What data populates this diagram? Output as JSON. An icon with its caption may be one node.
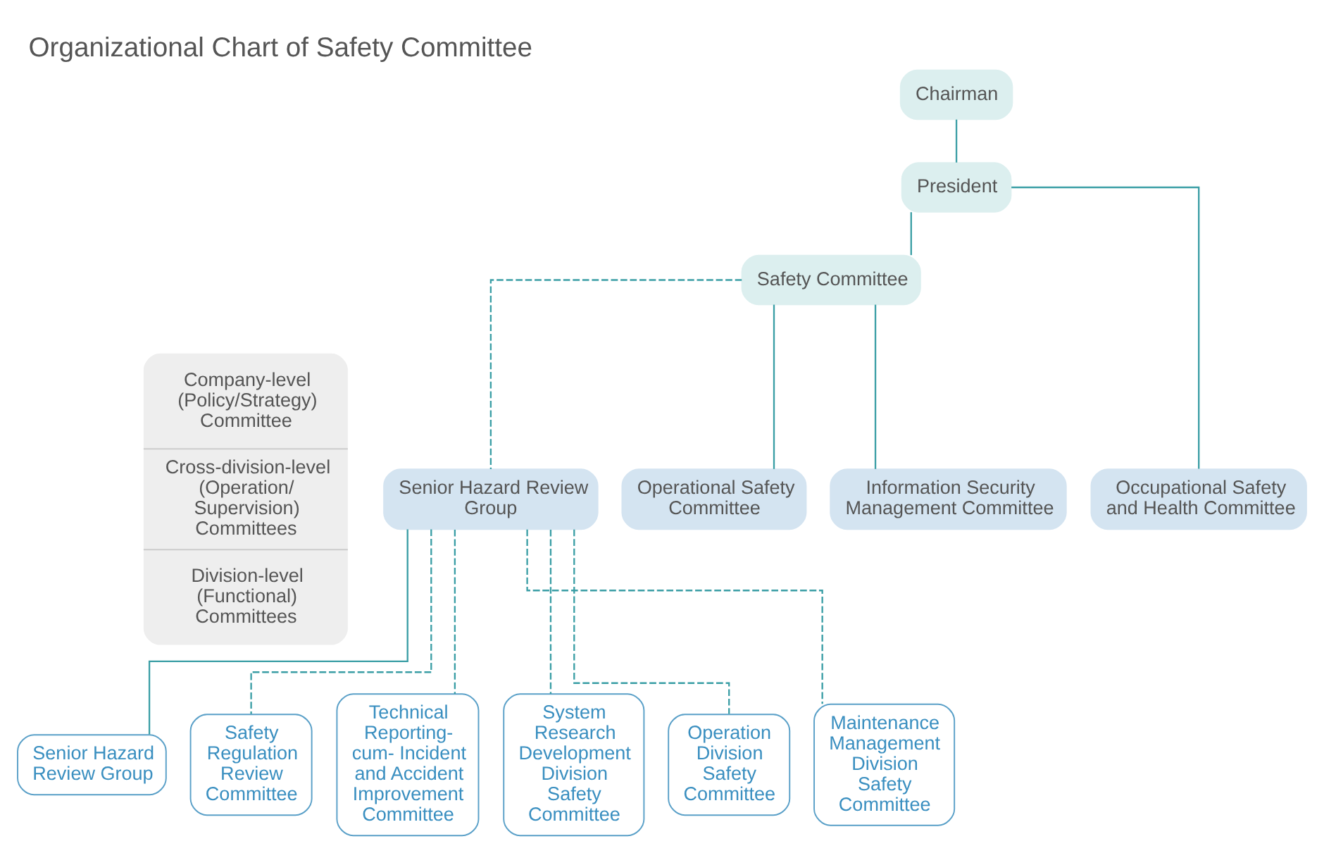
{
  "diagram": {
    "title": "Organizational Chart of Safety Committee",
    "nodes": [
      {
        "text": [
          "Company-level (Policy/Strategy) Committee",
          "Cross-division-level (Operation/ Supervision) Committees",
          "Division-level (Functional) Committees"
        ]
      },
      {
        "text": [
          "Chairman"
        ]
      },
      {
        "text": [
          "President"
        ]
      },
      {
        "text": [
          "Safety Committee"
        ]
      },
      {
        "text": [
          "Senior Hazard Review Group"
        ]
      },
      {
        "text": [
          "Operational Safety Committee"
        ]
      },
      {
        "text": [
          "Information Security Management Committee"
        ]
      },
      {
        "text": [
          "Occupational Safety and Health Committee"
        ]
      },
      {
        "text": [
          "Senior Hazard Review Group"
        ]
      },
      {
        "text": [
          "Safety Regulation Review Committee"
        ]
      },
      {
        "text": [
          "Technical Reporting-cum- Incident and Accident Improvement Committee"
        ]
      },
      {
        "text": [
          "System Research Development Division Safety Committee"
        ]
      },
      {
        "text": [
          "Operation Division Safety Committee"
        ]
      },
      {
        "text": [
          "Maintenance Management Division Safety Committee"
        ]
      }
    ],
    "edges": [
      {
        "from": 1,
        "to": 2,
        "arrow": "none"
      },
      {
        "from": 2,
        "to": 3,
        "arrow": "none"
      },
      {
        "from": 2,
        "to": 7,
        "arrow": "none"
      },
      {
        "from": 3,
        "to": 4,
        "arrow": "none",
        "style": "dashed"
      },
      {
        "from": 3,
        "to": 5,
        "arrow": "none"
      },
      {
        "from": 3,
        "to": 6,
        "arrow": "none"
      },
      {
        "from": 4,
        "to": 8,
        "arrow": "none"
      },
      {
        "from": 4,
        "to": 9,
        "arrow": "none",
        "style": "dashed"
      },
      {
        "from": 4,
        "to": 10,
        "arrow": "none",
        "style": "dashed"
      },
      {
        "from": 4,
        "to": 11,
        "arrow": "none",
        "style": "dashed"
      },
      {
        "from": 4,
        "to": 12,
        "arrow": "none",
        "style": "dashed"
      },
      {
        "from": 4,
        "to": 13,
        "arrow": "none",
        "style": "dashed"
      }
    ]
  }
}
